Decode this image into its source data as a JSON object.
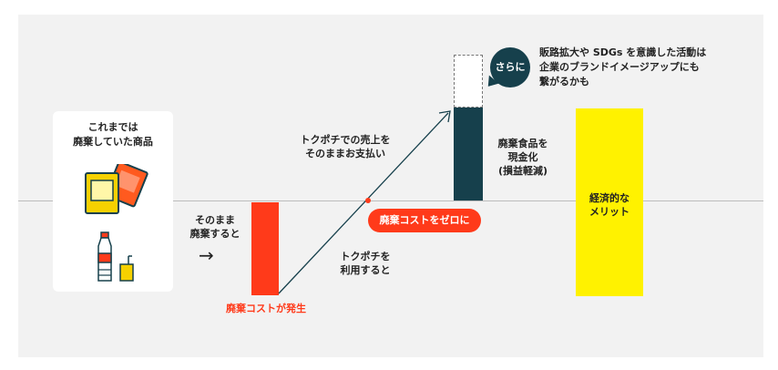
{
  "source": {
    "title": "これまでは\n廃棄していた商品"
  },
  "flow_discard": {
    "label": "そのまま\n廃棄すると",
    "arrow": "→"
  },
  "discard_cost": {
    "label": "廃棄コストが発生"
  },
  "tokupochi": {
    "use_label": "トクポチを\n利用すると",
    "sales_label": "トクポチでの売上を\nそのままお支払い",
    "zero_cost_label": "廃棄コストをゼロに"
  },
  "cash": {
    "label": "廃棄食品を\n現金化\n(損益軽減)"
  },
  "further": {
    "bubble": "さらに",
    "text": "販路拡大や SDGs を意識した活動は\n企業のブランドイメージアップにも\n繋がるかも"
  },
  "merit": {
    "label": "経済的な\nメリット"
  },
  "icons": [
    "food-bag-icon",
    "plastic-bottle-icon",
    "juice-cup-icon",
    "diagonal-arrow-icon"
  ],
  "colors": {
    "red": "#ff3a1a",
    "dark_teal": "#16404c",
    "yellow": "#fff200",
    "bag_yellow": "#f6d100",
    "bag_orange": "#ff5a1f",
    "background": "#f2f2f2"
  }
}
